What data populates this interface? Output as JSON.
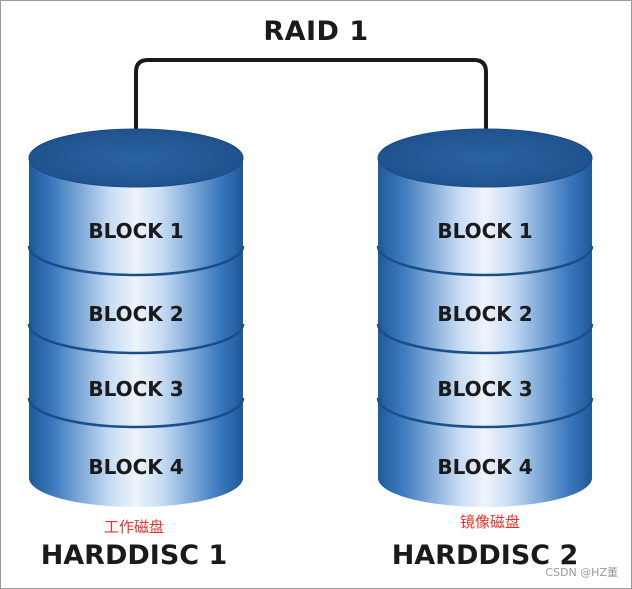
{
  "title": "RAID 1",
  "disks": [
    {
      "name": "HARDDISC 1",
      "role": "工作磁盘",
      "blocks": [
        "BLOCK 1",
        "BLOCK 2",
        "BLOCK 3",
        "BLOCK 4"
      ]
    },
    {
      "name": "HARDDISC 2",
      "role": "镜像磁盘",
      "blocks": [
        "BLOCK 1",
        "BLOCK 2",
        "BLOCK 3",
        "BLOCK 4"
      ]
    }
  ],
  "watermark": "CSDN @HZ董",
  "colors": {
    "cylinder_top": "#2e6aa9",
    "cylinder_edge": "#1c4f8a",
    "cylinder_light": "#e9f1fb",
    "role_text": "#e8322a",
    "connector": "#1a1a1a"
  }
}
